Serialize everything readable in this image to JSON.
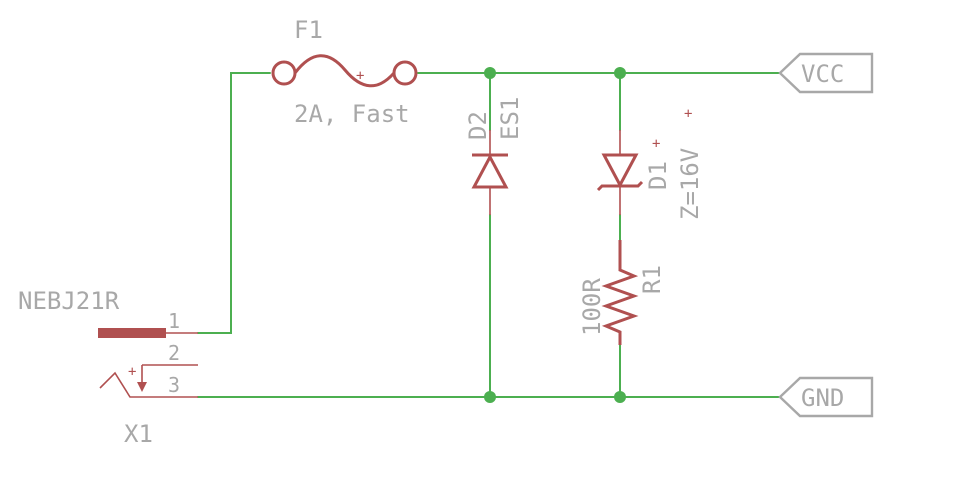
{
  "colors": {
    "wire": "#4caf50",
    "component": "#b05050",
    "label": "#a8a8a8",
    "background": "#ffffff"
  },
  "fuse": {
    "name": "F1",
    "value": "2A, Fast"
  },
  "diode_d2": {
    "name": "D2",
    "value": "ES1"
  },
  "zener_d1": {
    "name": "D1",
    "value": "Z=16V"
  },
  "resistor_r1": {
    "name": "R1",
    "value": "100R"
  },
  "connector_x1": {
    "part": "NEBJ21R",
    "name": "X1",
    "pins": [
      "1",
      "2",
      "3"
    ]
  },
  "ports": {
    "vcc": "VCC",
    "gnd": "GND"
  },
  "polarity_mark": "+"
}
